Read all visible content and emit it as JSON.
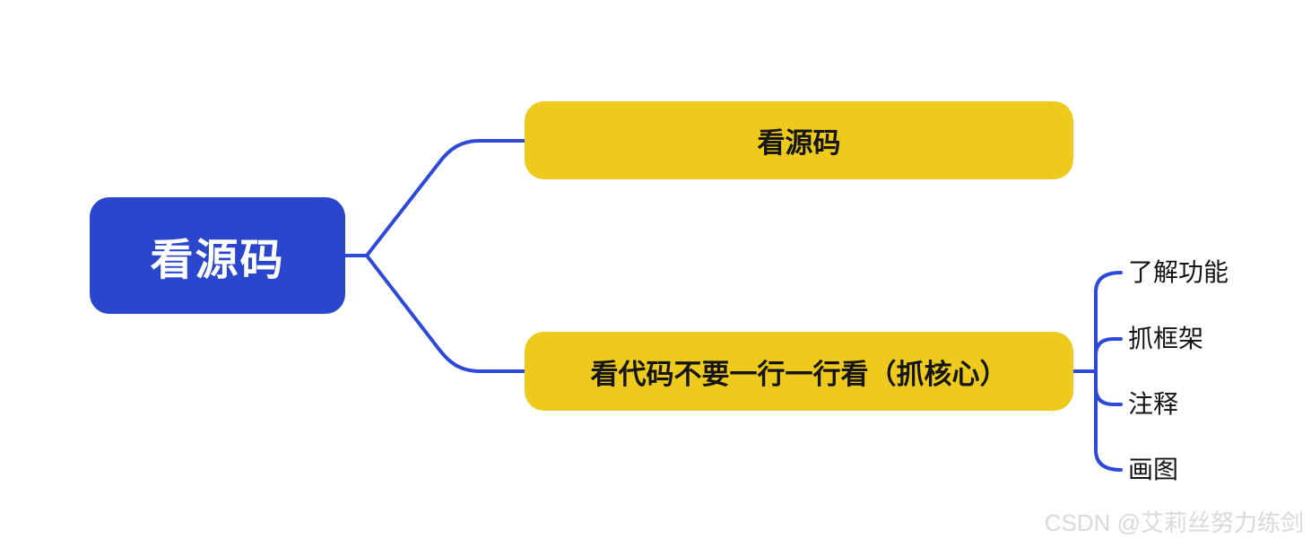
{
  "diagram": {
    "type": "mindmap",
    "root": {
      "label": "看源码"
    },
    "branches": [
      {
        "label": "看源码",
        "children": []
      },
      {
        "label": "看代码不要一行一行看（抓核心）",
        "children": [
          {
            "label": "了解功能"
          },
          {
            "label": "抓框架"
          },
          {
            "label": "注释"
          },
          {
            "label": "画图"
          }
        ]
      }
    ],
    "colors": {
      "root_fill": "#2a46cd",
      "root_text": "#ffffff",
      "branch_fill": "#edca1b",
      "branch_text": "#151515",
      "connector": "#2c49da",
      "leaf_text": "#141414",
      "background": "#ffffff"
    }
  },
  "watermark": {
    "text": "CSDN @艾莉丝努力练剑",
    "color": "#d9d9d9"
  }
}
